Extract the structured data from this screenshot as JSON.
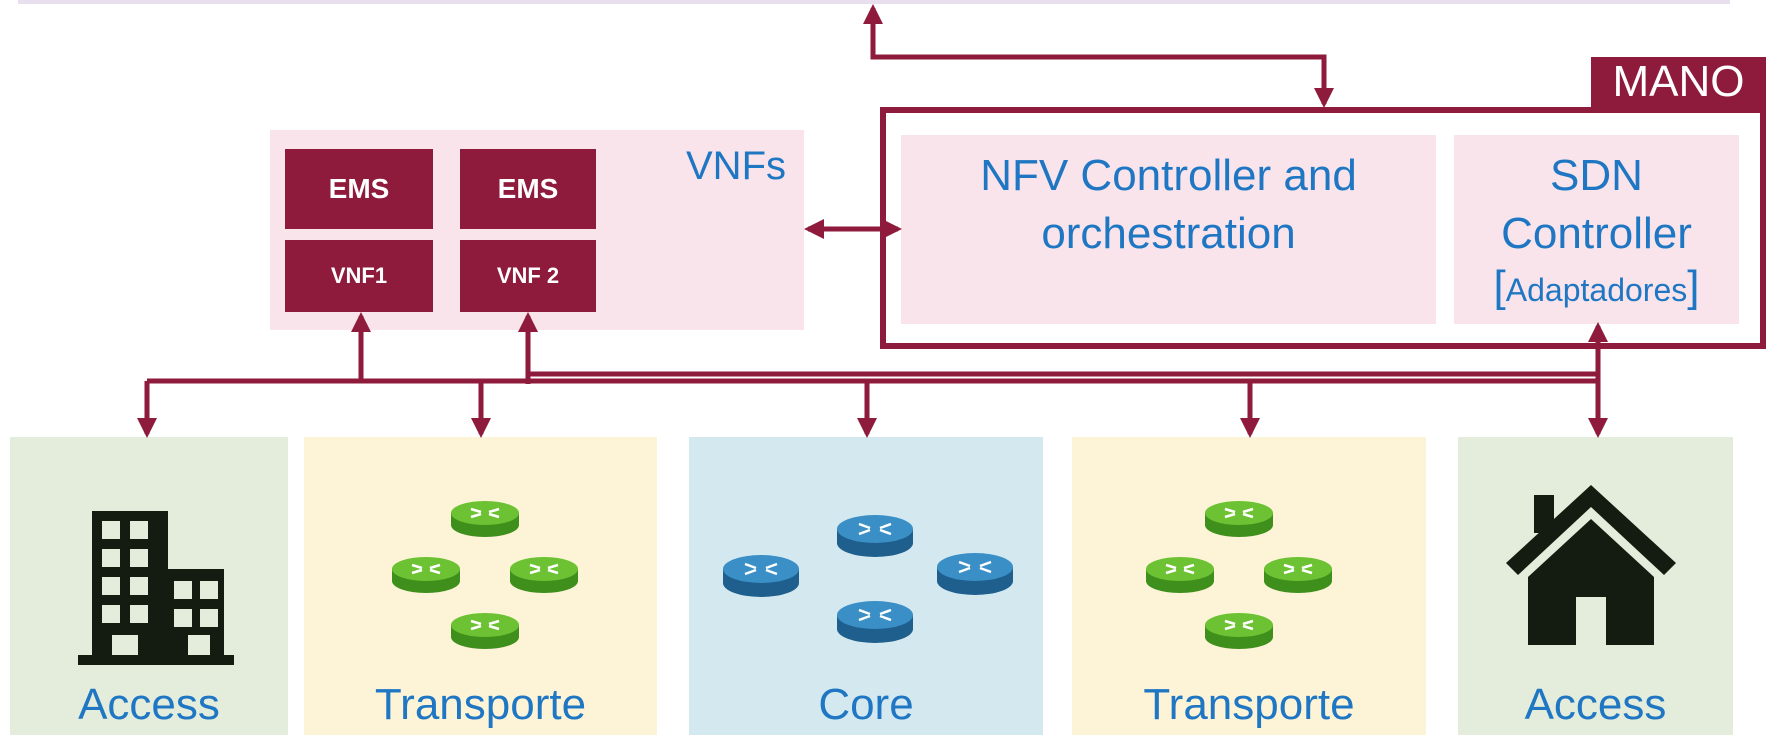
{
  "colors": {
    "accent": "#8e1a3c",
    "text_blue": "#1f77c4",
    "panel_pink": "#f8e4ea",
    "access_green": "#e4ecdc",
    "transport_yellow": "#fdf4d8",
    "core_blue": "#d4e8f0",
    "router_green": "#5cb82a",
    "router_blue": "#2e86be",
    "icon_dark": "#141b10"
  },
  "vnfs": {
    "label": "VNFs",
    "ems_1": "EMS",
    "ems_2": "EMS",
    "vnf_1": "VNF1",
    "vnf_2": "VNF 2"
  },
  "mano": {
    "tag": "MANO",
    "nfv_line1": "NFV Controller and",
    "nfv_line2": "orchestration",
    "sdn_line1": "SDN",
    "sdn_line2": "Controller",
    "sdn_bracket_open": "[",
    "sdn_adapters": "Adaptadores",
    "sdn_bracket_close": "]"
  },
  "segments": {
    "access_left": {
      "label": "Access",
      "icon": "office-building-icon"
    },
    "transport_left": {
      "label": "Transporte",
      "icon": "router-cluster-icon"
    },
    "core": {
      "label": "Core",
      "icon": "router-cluster-icon"
    },
    "transport_right": {
      "label": "Transporte",
      "icon": "router-cluster-icon"
    },
    "access_right": {
      "label": "Access",
      "icon": "house-icon"
    }
  }
}
